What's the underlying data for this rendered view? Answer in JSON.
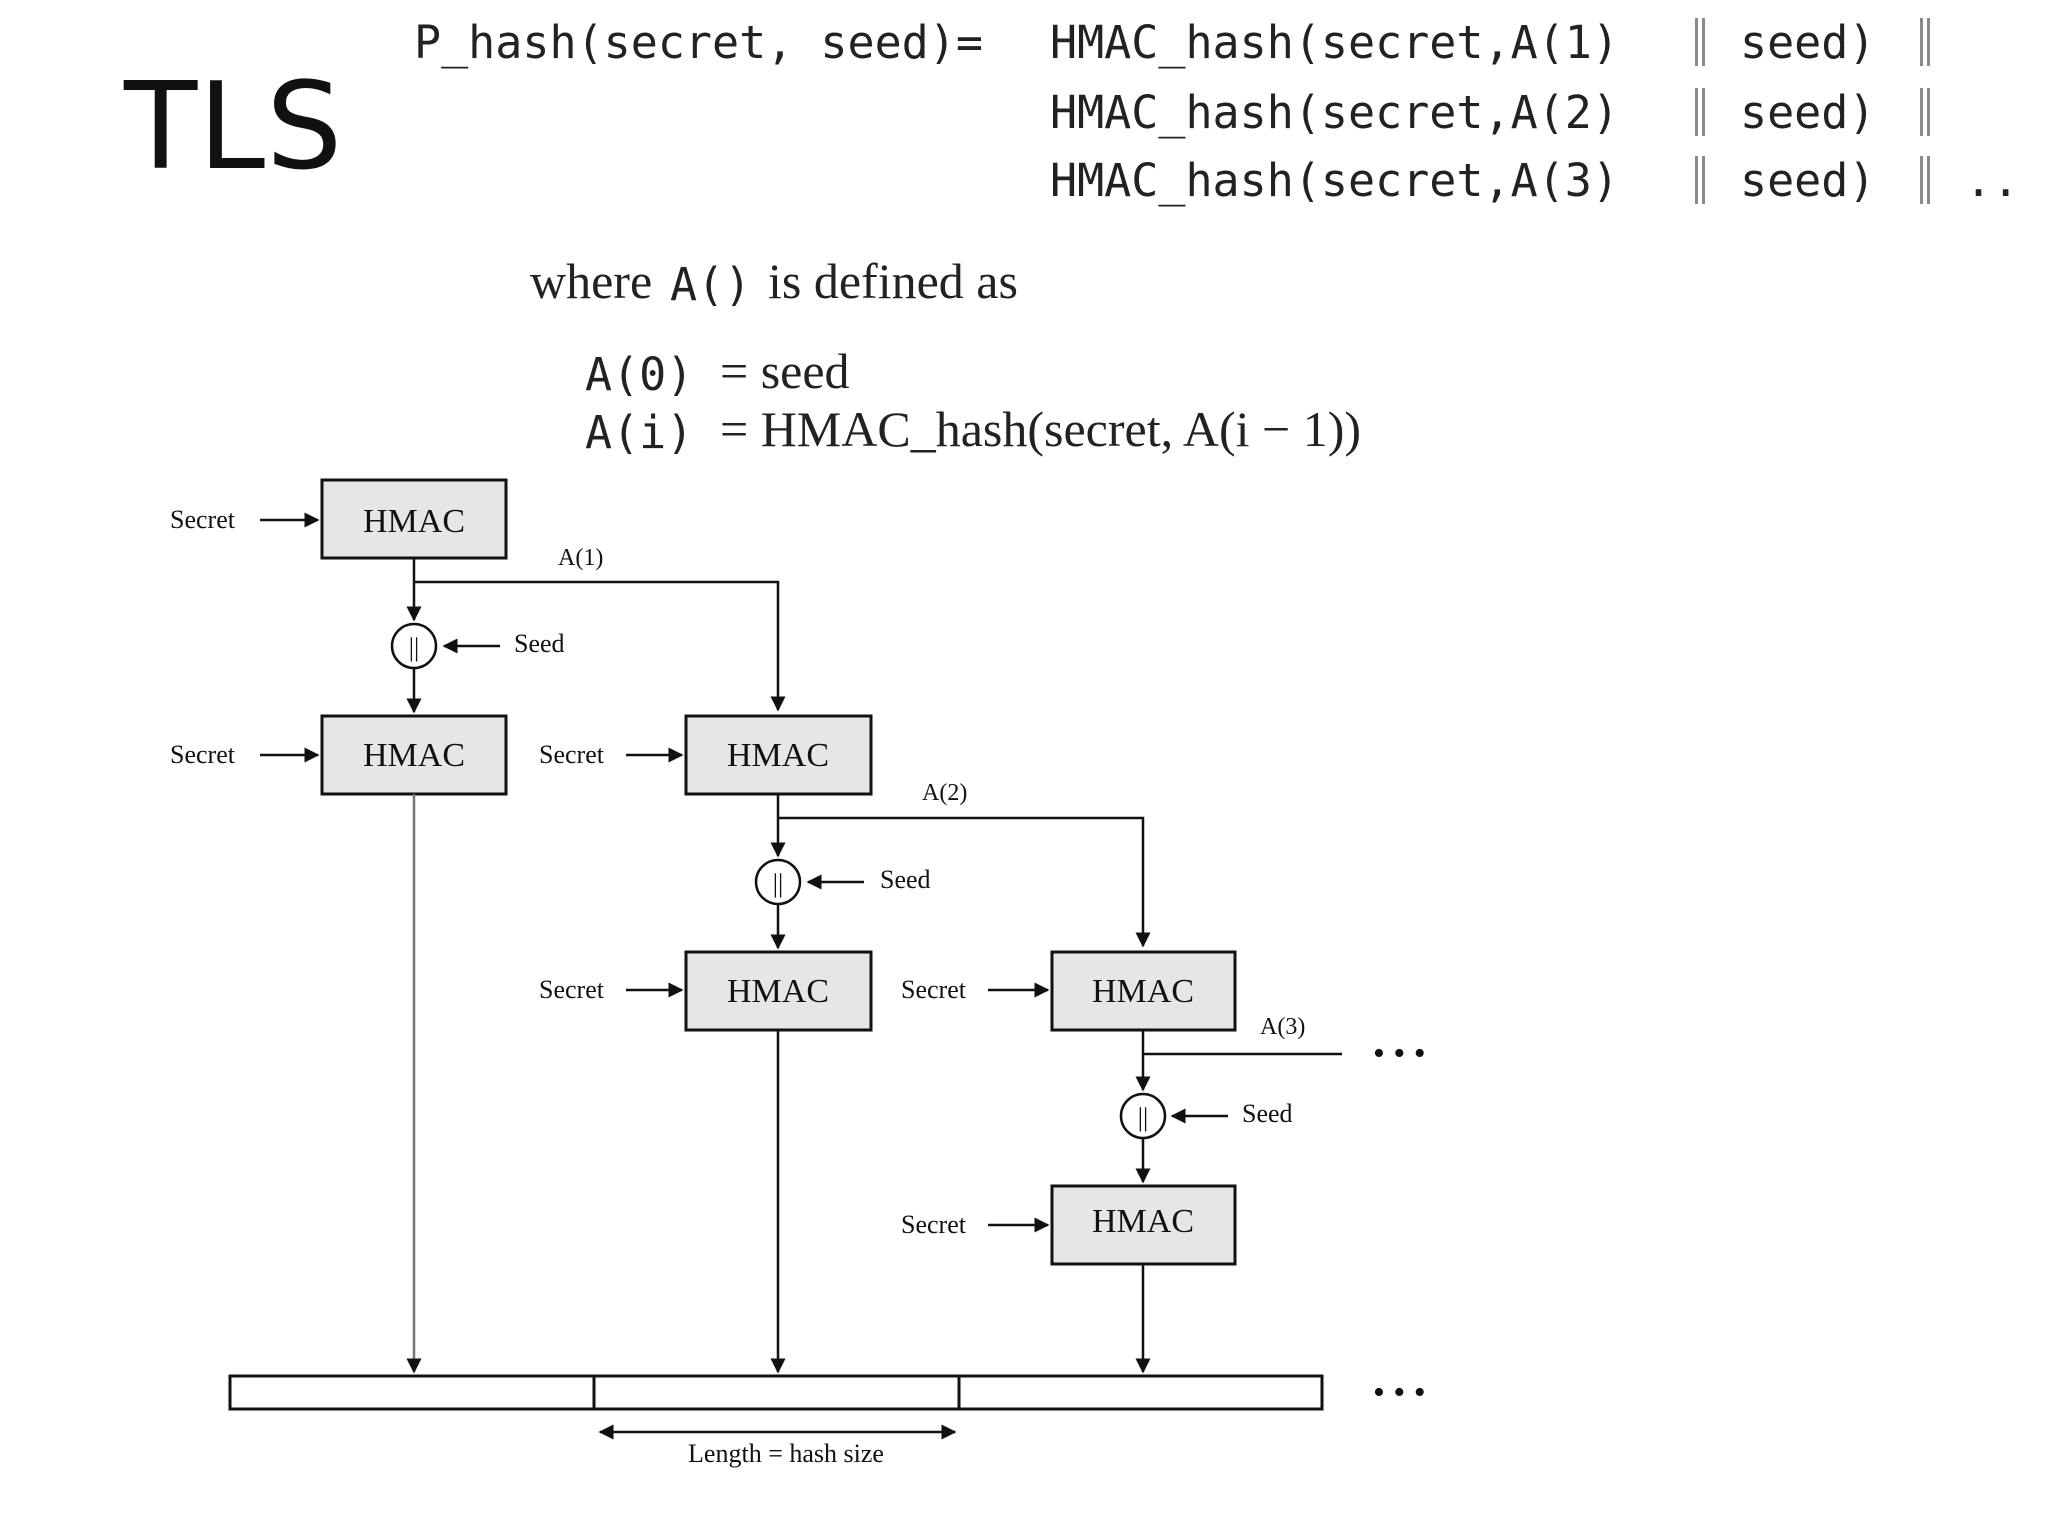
{
  "slide": {
    "title": "TLS"
  },
  "formula": {
    "lhs": "P_hash(secret, seed)=",
    "rows": [
      {
        "term": "HMAC_hash(secret,A(1)",
        "seed": "seed)",
        "concat": "||",
        "tail": ""
      },
      {
        "term": "HMAC_hash(secret,A(2)",
        "seed": "seed)",
        "concat": "||",
        "tail": ""
      },
      {
        "term": "HMAC_hash(secret,A(3)",
        "seed": "seed)",
        "concat": "||",
        "tail": ".."
      }
    ],
    "where_prefix": "where",
    "where_code": "A()",
    "where_suffix": "is defined as",
    "a0_code": "A(0)",
    "a0_rhs": "= seed",
    "ai_code": "A(i)",
    "ai_rhs": "= HMAC_hash(secret, A(i − 1))"
  },
  "diagram": {
    "hmac_label": "HMAC",
    "secret_label": "Secret",
    "seed_label": "Seed",
    "concat_symbol": "||",
    "a_labels": [
      "A(1)",
      "A(2)",
      "A(3)"
    ],
    "ellipsis": "• • •",
    "length_label": "Length = hash size"
  }
}
